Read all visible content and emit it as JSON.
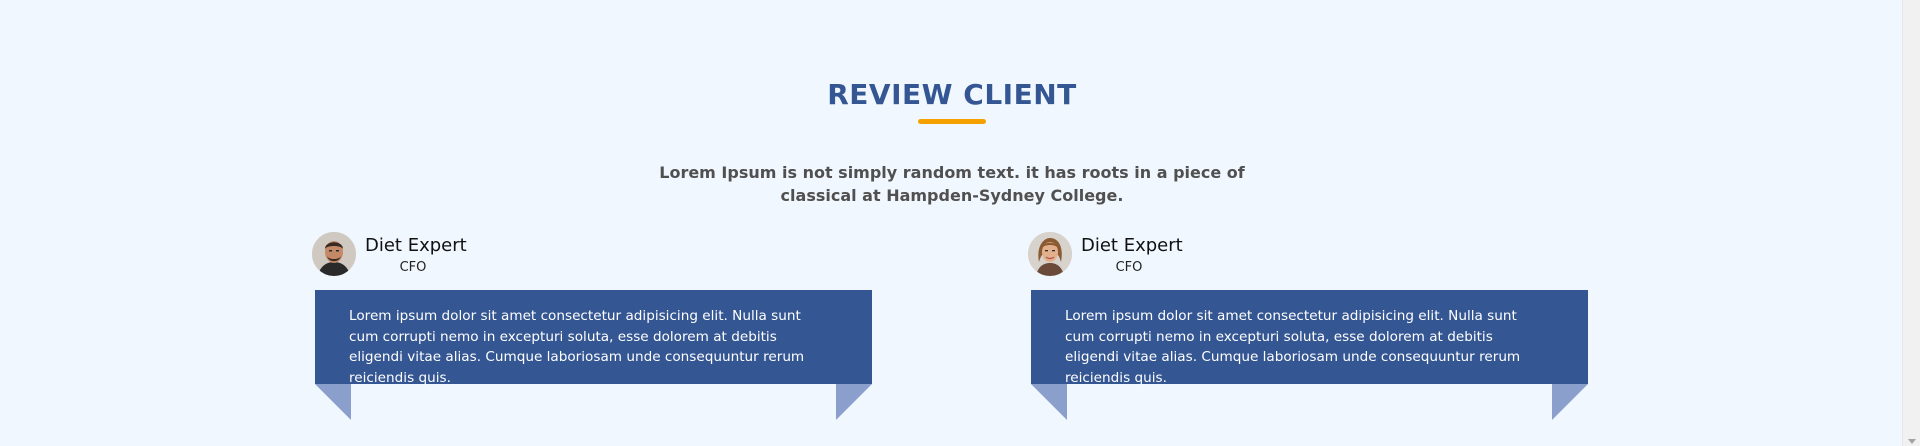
{
  "section": {
    "title": "REVIEW CLIENT",
    "subtitle": "Lorem Ipsum is not simply random text. it has roots in a piece of classical at Hampden-Sydney College.",
    "accent_color": "#f5a100",
    "brand_color": "#345693"
  },
  "reviews": [
    {
      "avatar_icon": "male-person-photo",
      "name": "Diet Expert",
      "role": "CFO",
      "quote": "Lorem ipsum dolor sit amet consectetur adipisicing elit. Nulla sunt cum corrupti nemo in excepturi soluta, esse dolorem at debitis eligendi vitae alias. Cumque laboriosam unde consequuntur rerum reiciendis quis."
    },
    {
      "avatar_icon": "female-person-photo",
      "name": "Diet Expert",
      "role": "CFO",
      "quote": "Lorem ipsum dolor sit amet consectetur adipisicing elit. Nulla sunt cum corrupti nemo in excepturi soluta, esse dolorem at debitis eligendi vitae alias. Cumque laboriosam unde consequuntur rerum reiciendis quis."
    }
  ]
}
